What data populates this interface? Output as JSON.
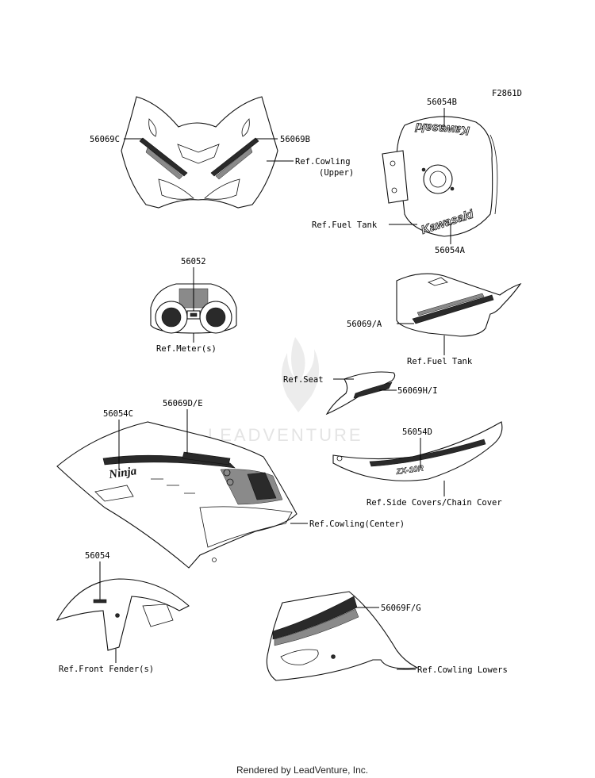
{
  "figure_code": "F2861D",
  "watermark": "LEADVENTURE",
  "footer": "Rendered by LeadVenture, Inc.",
  "labels": {
    "p56069C": "56069C",
    "p56069B": "56069B",
    "ref_cowling_upper_1": "Ref.Cowling",
    "ref_cowling_upper_2": "(Upper)",
    "p56054B": "56054B",
    "ref_fuel_tank_a": "Ref.Fuel Tank",
    "p56054A": "56054A",
    "p56052": "56052",
    "ref_meters": "Ref.Meter(s)",
    "p56069A": "56069/A",
    "ref_fuel_tank_b": "Ref.Fuel Tank",
    "ref_seat": "Ref.Seat",
    "p56069HI": "56069H/I",
    "p56054C": "56054C",
    "p56069DE": "56069D/E",
    "p56054D": "56054D",
    "ref_side_covers": "Ref.Side Covers/Chain Cover",
    "ref_cowling_center": "Ref.Cowling(Center)",
    "p56054": "56054",
    "p56069FG": "56069F/G",
    "ref_front_fender": "Ref.Front Fender(s)",
    "ref_cowling_lowers": "Ref.Cowling Lowers"
  },
  "decals": {
    "tank_logo_top": "Kawasaki",
    "tank_logo_side": "Kawasaki",
    "cowling_center_logo": "Ninja",
    "side_cover_logo": "ZX-10R"
  }
}
